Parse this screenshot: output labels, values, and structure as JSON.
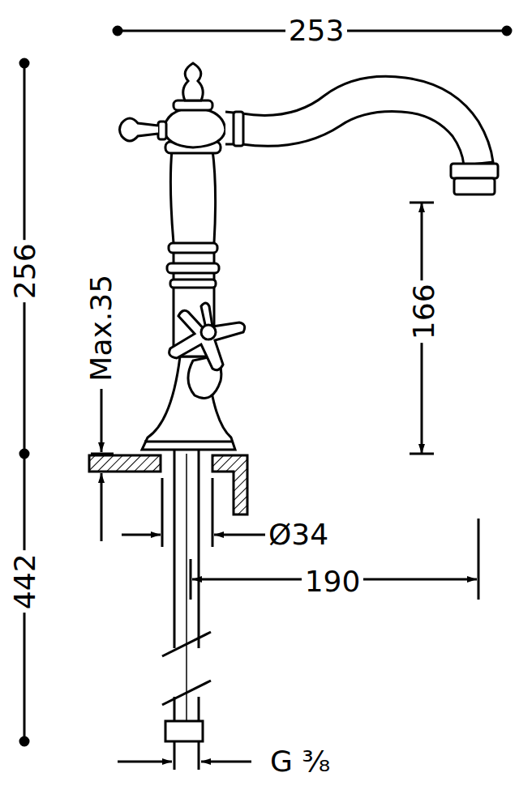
{
  "diagram": {
    "labels": [
      "253",
      "256",
      "442",
      "Max.35",
      "166",
      "Ø34",
      "190",
      "G ³⁄₈"
    ]
  }
}
